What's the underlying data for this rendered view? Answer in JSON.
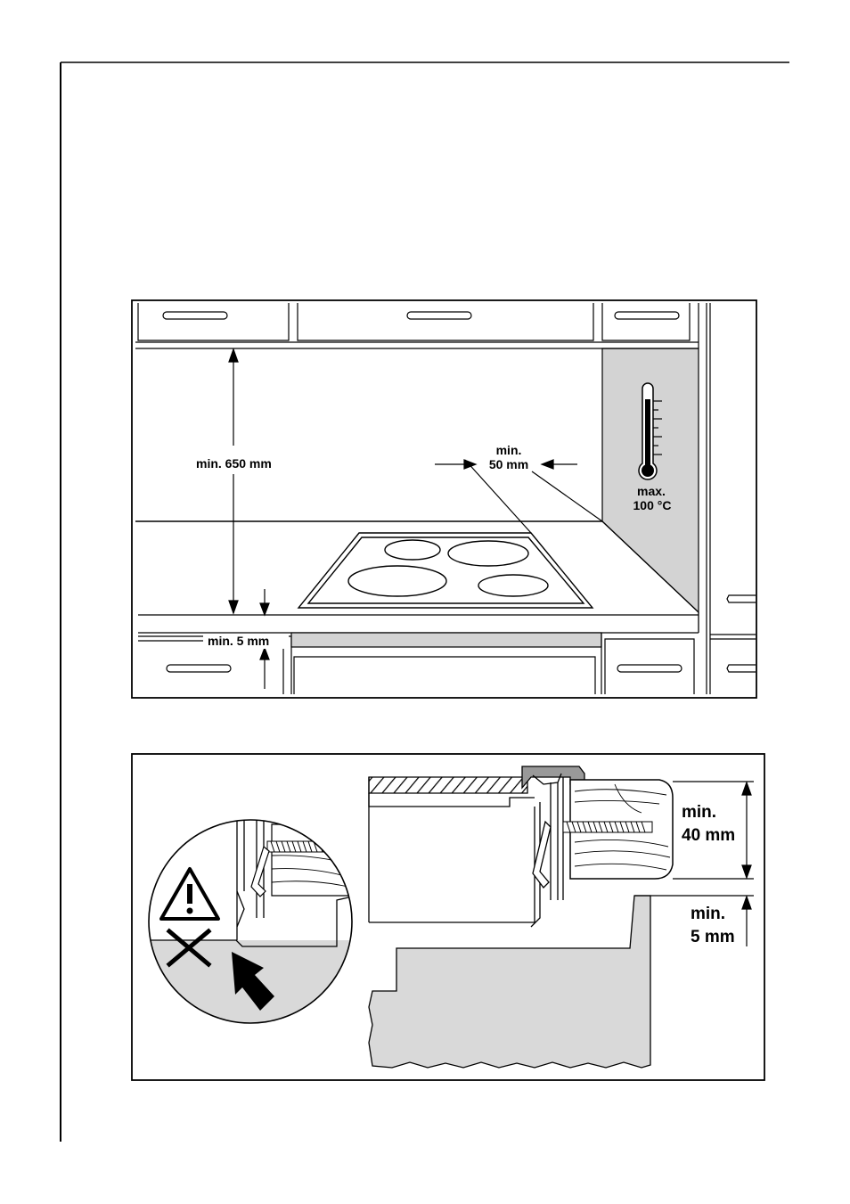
{
  "figure1": {
    "height_label": "min. 650 mm",
    "side_label_line1": "min.",
    "side_label_line2": "50 mm",
    "temp_label_line1": "max.",
    "temp_label_line2": "100 °C",
    "gap_label": "min. 5 mm"
  },
  "figure2": {
    "thickness_line1": "min.",
    "thickness_line2": "40 mm",
    "gap_line1": "min.",
    "gap_line2": "5 mm"
  },
  "colors": {
    "line": "#000000",
    "shade": "#d3d3d3",
    "paper": "#ffffff"
  }
}
